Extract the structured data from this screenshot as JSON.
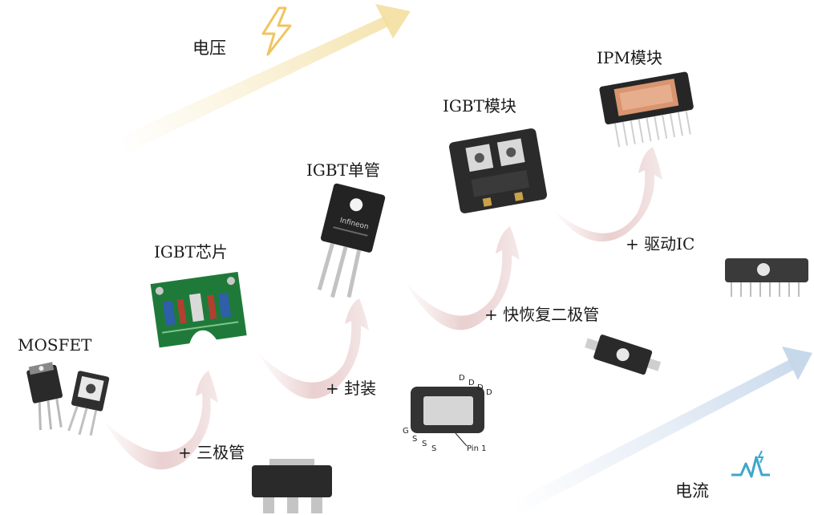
{
  "labels": {
    "voltage": "电压",
    "current": "电流",
    "mosfet": "MOSFET",
    "igbt_chip": "IGBT芯片",
    "igbt_discrete": "IGBT单管",
    "igbt_module": "IGBT模块",
    "ipm_module": "IPM模块",
    "add_transistor": "+ 三极管",
    "add_package": "+ 封装",
    "add_diode": "+ 快恢复二极管",
    "add_driver_ic": "+ 驱动IC"
  },
  "package_pins": {
    "d1": "D",
    "d2": "D",
    "d3": "D",
    "d4": "D",
    "g": "G",
    "s1": "S",
    "s2": "S",
    "s3": "S",
    "pin1": "Pin 1"
  },
  "brand_text": "Infineon",
  "colors": {
    "voltage_arrow": "#f3dfa0",
    "current_arrow": "#c4d6ea",
    "curve_arrow": "#e2bcbc",
    "lightning": "#f0c560",
    "pulse": "#3fa6c9"
  },
  "icons": [
    "lightning-icon",
    "pulse-icon"
  ]
}
